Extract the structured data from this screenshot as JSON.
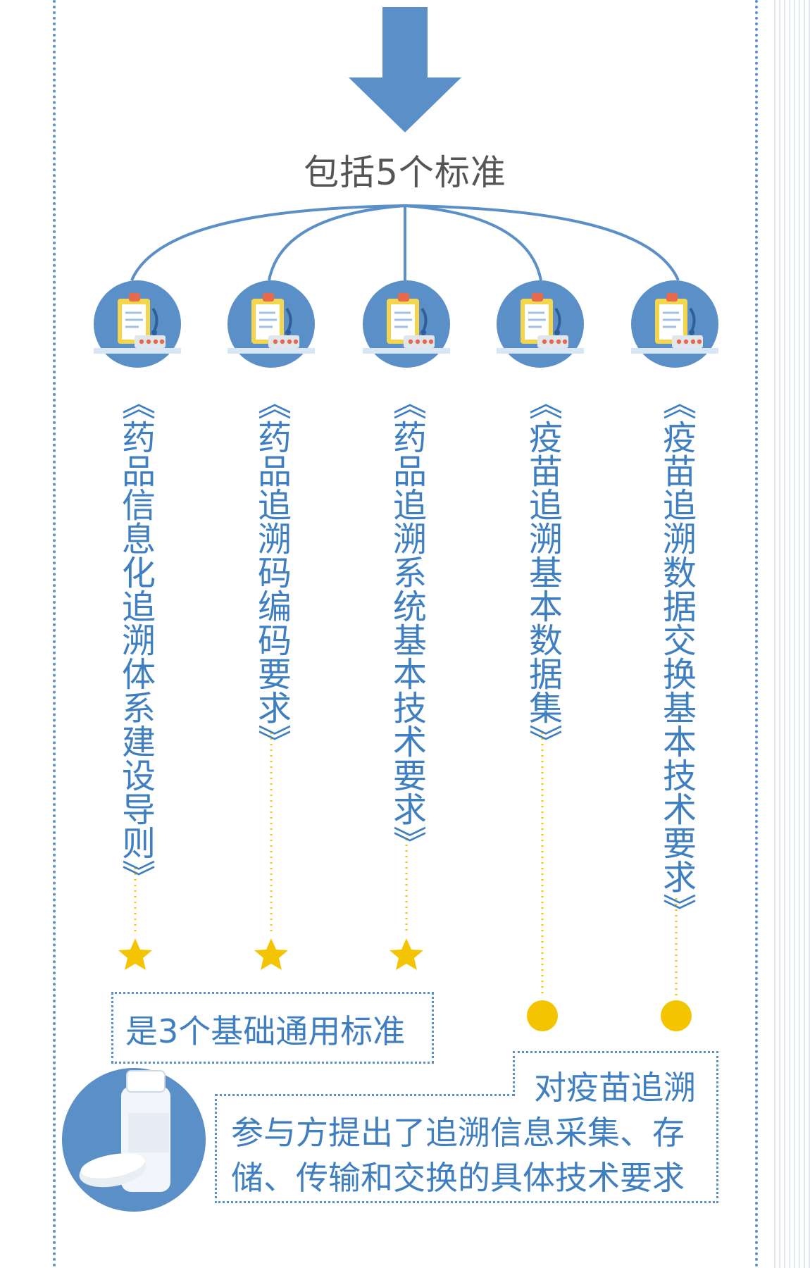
{
  "header": {
    "title": "包括5个标准"
  },
  "standards": [
    {
      "name": "《药品信息化追溯体系建设导则》",
      "marker": "star-icon"
    },
    {
      "name": "《药品追溯码编码要求》",
      "marker": "star-icon"
    },
    {
      "name": "《药品追溯系统基本技术要求》",
      "marker": "star-icon"
    },
    {
      "name": "《疫苗追溯基本数据集》",
      "marker": "dot-icon"
    },
    {
      "name": "《疫苗追溯数据交换基本技术要求》",
      "marker": "dot-icon"
    }
  ],
  "notes": {
    "general": "是3个基础通用标准",
    "vaccine_line1": "对疫苗追溯",
    "vaccine_line2": "参与方提出了追溯信息采集、存",
    "vaccine_line3": "储、传输和交换的具体技术要求"
  },
  "icons": {
    "arrow": "down-arrow-icon",
    "standard_icon": "clipboard-medicine-icon",
    "bottle": "medicine-bottle-icon"
  },
  "colors": {
    "primary_blue": "#5b8fc7",
    "text_blue": "#3f7fc1",
    "gold": "#f5c400",
    "title_gray": "#555555"
  }
}
